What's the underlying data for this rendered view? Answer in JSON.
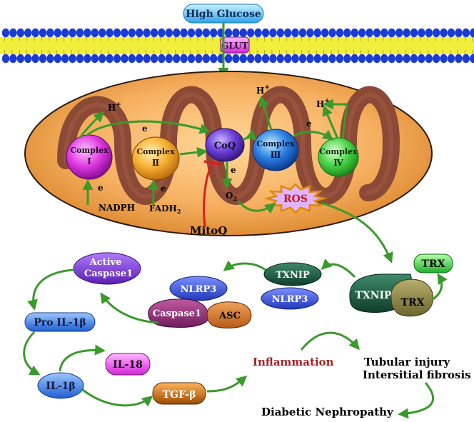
{
  "labels": {
    "high_glucose": "High Glucose",
    "glut": "GLUT",
    "h_plus": "H+",
    "h": "H",
    "plus": "+",
    "e": "e",
    "complex_word": "Complex",
    "complex1_num": "I",
    "complex2_num": "Ⅱ",
    "complex3_num": "Ⅲ",
    "complex4_num": "Ⅳ",
    "coq": "CoQ",
    "o2": "O",
    "o2_sub": "2",
    "ros": "ROS",
    "nadph": "NADPH",
    "fadh2": "FADH",
    "fadh2_sub": "2",
    "mitoq": "MitoQ",
    "trx": "TRX",
    "txnip": "TXNIP",
    "nlrp3": "NLRP3",
    "active_caspase1_line1": "Active",
    "active_caspase1_line2": "Caspase1",
    "caspase1": "Caspase1",
    "asc": "ASC",
    "pro_il1b": "Pro IL-1β",
    "il18": "IL-18",
    "il1b": "IL-1β",
    "tgfb": "TGF-β",
    "inflammation": "Inflammation",
    "tubular_injury": "Tubular injury",
    "interstitial_fibrosis": "Intersitial fibrosis",
    "diabetic_nephropathy": "Diabetic Nephropathy"
  },
  "colors": {
    "arrow": "#3a9a2c",
    "membrane_blue": "#1b3bd1",
    "membrane_yellow": "#f2ef3c",
    "mito_outer": "#f3a94f",
    "mito_crista": "#8b4a36",
    "inflammation_text": "#a52222",
    "inhibit": "#d62020"
  }
}
